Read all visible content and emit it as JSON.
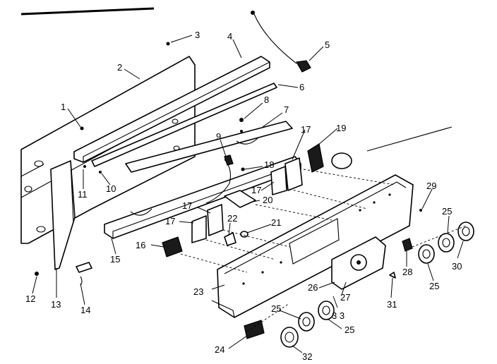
{
  "callouts": {
    "c1": "1",
    "c2": "2",
    "c3": "3",
    "c4": "4",
    "c5": "5",
    "c6": "6",
    "c7": "7",
    "c8": "8",
    "c9": "9",
    "c10": "10",
    "c11": "11",
    "c12": "12",
    "c13": "13",
    "c14": "14",
    "c15": "15",
    "c16": "16",
    "c17a": "17",
    "c17b": "17",
    "c17c": "17",
    "c17d": "17",
    "c18": "18",
    "c19": "19",
    "c20": "20",
    "c21": "21",
    "c22": "22",
    "c23": "23",
    "c24": "24",
    "c25a": "25",
    "c25b": "25",
    "c25c": "25",
    "c25d": "25",
    "c26": "26",
    "c27": "27",
    "c28": "28",
    "c29": "29",
    "c30": "30",
    "c31": "31",
    "c32": "32",
    "c33": "3 3"
  }
}
